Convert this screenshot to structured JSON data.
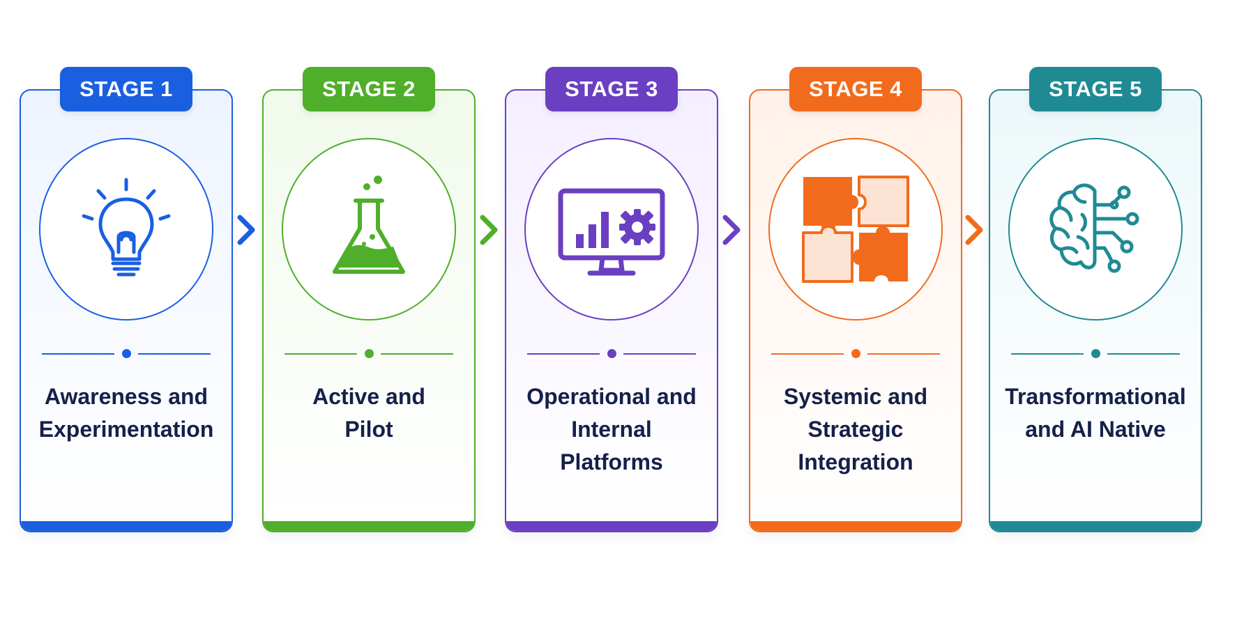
{
  "stages": [
    {
      "label": "STAGE 1",
      "title": "Awareness and\nExperimentation",
      "icon": "lightbulb-icon",
      "accent": "#1a5fe0",
      "tint": "#eef4ff"
    },
    {
      "label": "STAGE 2",
      "title": "Active and\nPilot",
      "icon": "flask-icon",
      "accent": "#4fae2a",
      "tint": "#f1faec"
    },
    {
      "label": "STAGE 3",
      "title": "Operational and\nInternal\nPlatforms",
      "icon": "monitor-chart-icon",
      "accent": "#6a3fc1",
      "tint": "#f4efff"
    },
    {
      "label": "STAGE 4",
      "title": "Systemic and\nStrategic\nIntegration",
      "icon": "puzzle-icon",
      "accent": "#f26b1d",
      "tint": "#fff2ea"
    },
    {
      "label": "STAGE 5",
      "title": "Transformational\nand AI Native",
      "icon": "ai-brain-icon",
      "accent": "#1f8a94",
      "tint": "#edf8fa"
    }
  ],
  "connectors": [
    {
      "icon": "chevron-right-icon",
      "color": "#1a5fe0"
    },
    {
      "icon": "chevron-right-icon",
      "color": "#4fae2a"
    },
    {
      "icon": "chevron-right-icon",
      "color": "#6a3fc1"
    },
    {
      "icon": "chevron-right-icon",
      "color": "#f26b1d"
    }
  ]
}
